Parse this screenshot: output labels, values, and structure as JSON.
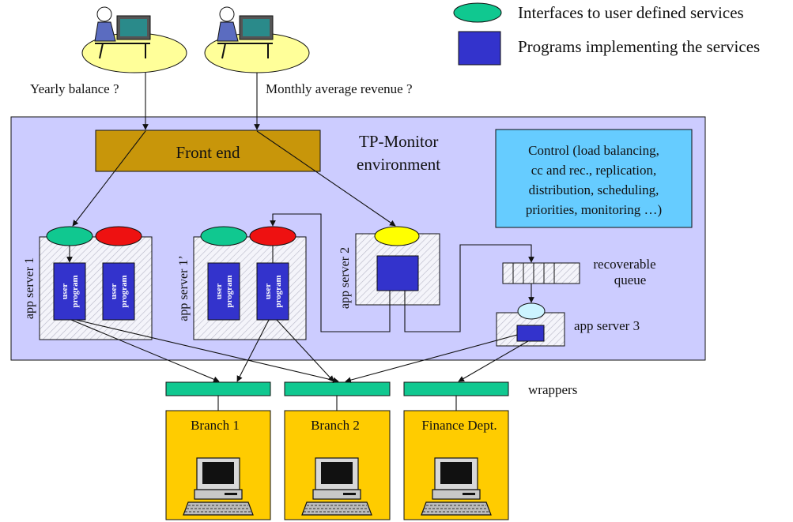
{
  "legend": {
    "interfaces": "Interfaces to user defined services",
    "programs": "Programs implementing the services"
  },
  "users": [
    {
      "query": "Yearly balance ?"
    },
    {
      "query": "Monthly average revenue ?"
    }
  ],
  "tp_monitor": {
    "title_line1": "TP-Monitor",
    "title_line2": "environment",
    "front_end": "Front end",
    "control": [
      "Control (load balancing,",
      "cc and rec., replication,",
      "distribution, scheduling,",
      "priorities, monitoring …)"
    ]
  },
  "app_servers": {
    "s1": "app server 1",
    "s1b": "app server 1’",
    "s2": "app server 2",
    "s3": "app server 3"
  },
  "user_program": [
    "user",
    "program"
  ],
  "queue": [
    "recoverable",
    "queue"
  ],
  "wrappers": "wrappers",
  "departments": [
    "Branch 1",
    "Branch 2",
    "Finance Dept."
  ],
  "colors": {
    "environment": "#ccccff",
    "front_end": "#c8960a",
    "control": "#66ccff",
    "interface_green": "#10c890",
    "interface_red": "#ee1111",
    "interface_yellow": "#ffff00",
    "interface_cyan": "#ccf4ff",
    "program": "#3333cc",
    "wrapper": "#10c890",
    "department": "#ffcc00",
    "user_ellipse": "#ffff99"
  }
}
